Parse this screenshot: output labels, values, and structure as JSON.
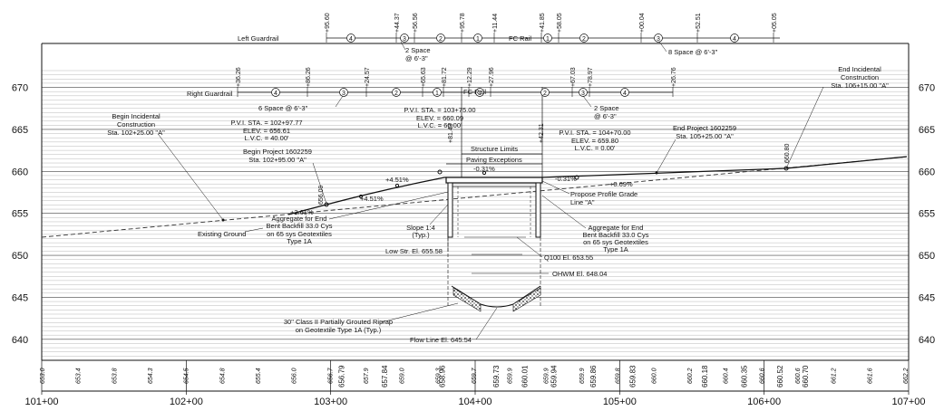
{
  "elevations": {
    "left": [
      {
        "label": "670",
        "value": 670
      },
      {
        "label": "665",
        "value": 665
      },
      {
        "label": "660",
        "value": 660
      },
      {
        "label": "655",
        "value": 655
      },
      {
        "label": "650",
        "value": 650
      },
      {
        "label": "645",
        "value": 645
      },
      {
        "label": "640",
        "value": 640
      }
    ],
    "right": [
      {
        "label": "670",
        "value": 670
      },
      {
        "label": "665",
        "value": 665
      },
      {
        "label": "660",
        "value": 660
      },
      {
        "label": "655",
        "value": 655
      },
      {
        "label": "650",
        "value": 650
      },
      {
        "label": "645",
        "value": 645
      },
      {
        "label": "640",
        "value": 640
      }
    ]
  },
  "stations": [
    {
      "label": "101+00",
      "sta": 10100
    },
    {
      "label": "102+00",
      "sta": 10200
    },
    {
      "label": "103+00",
      "sta": 10300
    },
    {
      "label": "104+00",
      "sta": 10400
    },
    {
      "label": "105+00",
      "sta": 10500
    },
    {
      "label": "106+00",
      "sta": 10600
    },
    {
      "label": "107+00",
      "sta": 10700
    }
  ],
  "existing_elevs": [
    {
      "label": "653.0",
      "sta": 10100
    },
    {
      "label": "653.4",
      "sta": 10120
    },
    {
      "label": "653.8",
      "sta": 10140
    },
    {
      "label": "654.3",
      "sta": 10160
    },
    {
      "label": "654.5",
      "sta": 10180
    },
    {
      "label": "654.8",
      "sta": 10200
    },
    {
      "label": "655.4",
      "sta": 10220
    },
    {
      "label": "656.0",
      "sta": 10240
    },
    {
      "label": "656.7",
      "sta": 10260
    },
    {
      "label": "657.9",
      "sta": 10280
    },
    {
      "label": "659.0",
      "sta": 10300
    },
    {
      "label": "659.3",
      "sta": 10320
    },
    {
      "label": "659.7",
      "sta": 10340
    },
    {
      "label": "659.9",
      "sta": 10360
    },
    {
      "label": "659.9",
      "sta": 10380
    },
    {
      "label": "659.9",
      "sta": 10400
    },
    {
      "label": "659.8",
      "sta": 10420
    },
    {
      "label": "660.0",
      "sta": 10440
    },
    {
      "label": "660.2",
      "sta": 10460
    },
    {
      "label": "660.4",
      "sta": 10480
    },
    {
      "label": "660.6",
      "sta": 10500
    },
    {
      "label": "660.6",
      "sta": 10520
    },
    {
      "label": "661.2",
      "sta": 10540
    },
    {
      "label": "661.6",
      "sta": 10560
    },
    {
      "label": "662.2",
      "sta": 10580
    }
  ],
  "proposed_elevs": [
    {
      "label": "656.79",
      "sta": 10262
    },
    {
      "label": "657.84",
      "sta": 10286
    },
    {
      "label": "658.96",
      "sta": 10318
    },
    {
      "label": "659.73",
      "sta": 10348
    },
    {
      "label": "660.01",
      "sta": 10364
    },
    {
      "label": "659.94",
      "sta": 10380
    },
    {
      "label": "659.86",
      "sta": 10402
    },
    {
      "label": "659.83",
      "sta": 10424
    },
    {
      "label": "660.18",
      "sta": 10464
    },
    {
      "label": "660.35",
      "sta": 10486
    },
    {
      "label": "660.52",
      "sta": 10506
    },
    {
      "label": "660.70",
      "sta": 10520
    }
  ],
  "guardrails": {
    "left": {
      "label": "Left Guardrail",
      "stations": [
        "+95.60",
        "+44.37",
        "+56.56",
        "+95.78",
        "+11.44",
        "+41.85",
        "+58.05",
        "+00.04",
        "+52.51",
        "+05.05"
      ],
      "rail_label": "FC Rail",
      "circles": [
        "4",
        "3",
        "2",
        "1",
        "1",
        "2",
        "3",
        "4"
      ],
      "note_a": "2 Space",
      "note_a2": "@ 6'-3\"",
      "note_b": "8 Space @ 6'-3\""
    },
    "right": {
      "label": "Right Guardrail",
      "stations": [
        "+36.26",
        "+86.26",
        "+24.57",
        "+65.63",
        "+81.72",
        "+12.29",
        "+27.96",
        "+67.03",
        "+78.97",
        "+26.76"
      ],
      "rail_label": "FC Rail",
      "circles": [
        "4",
        "3",
        "2",
        "1",
        "1",
        "2",
        "3",
        "4"
      ],
      "note_a": "6 Space @ 6'-3\"",
      "note_b": "2 Space",
      "note_b2": "@ 6'-3\""
    }
  },
  "annotations": {
    "begin_incidental": [
      "Begin Incidental",
      "Construction",
      "Sta. 102+25.00 \"A\""
    ],
    "end_incidental": [
      "End Incidental",
      "Construction",
      "Sta. 106+15.00 \"A\""
    ],
    "pvi1": [
      "P.V.I. STA. = 102+97.77",
      "ELEV. = 656.61",
      "L.V.C. = 40.00'"
    ],
    "pvi2": [
      "P.V.I. STA. = 103+75.00",
      "ELEV. = 660.09",
      "L.V.C. = 60.00'"
    ],
    "pvi3": [
      "P.V.I. STA. = 104+70.00",
      "ELEV. = 659.80",
      "L.V.C. = 0.00'"
    ],
    "begin_project": [
      "Begin Project 1602259",
      "Sta. 102+95.00 \"A\""
    ],
    "end_project": [
      "End Project 1602259",
      "Sta. 105+25.00 \"A\""
    ],
    "structure_limits": "Structure Limits",
    "paving_exceptions": "Paving Exceptions",
    "grade_031_top": "-0.31%",
    "grade_031_b": "-0.31%",
    "grade_451_a": "+4.51%",
    "grade_451_b": "+4.51%",
    "grade_261": "+2.61%",
    "grade_069": "+0.69%",
    "sta_8143": "+81.43",
    "sta_4231": "+42.31",
    "elev_65609": "656.09",
    "elev_66080": "660.80",
    "profile_grade": [
      "Propose Profile Grade",
      "Line \"A\""
    ],
    "aggregate_left": [
      "Aggregate for End",
      "Bent Backfill 33.0 Cys",
      "on 65 sys Geotextiles",
      "Type 1A"
    ],
    "aggregate_right": [
      "Aggregate for End",
      "Bent Backfill 33.0 Cys",
      "on 65 sys Geotextiles",
      "Type 1A"
    ],
    "slope": [
      "Slope 1:4",
      "(Typ.)"
    ],
    "existing_ground": "Existing Ground",
    "low_str": "Low  Str. El. 655.58",
    "q100": "Q100 El. 653.55",
    "ohwm": "OHWM El. 648.04",
    "riprap": [
      "30\" Class II Partially Grouted Riprap",
      "on Geotextile Type 1A (Typ.)"
    ],
    "flow_line": "Flow Line El. 645.54"
  },
  "colors": {
    "line": "#111111",
    "grid": "#8a8a8a",
    "background": "#ffffff"
  }
}
